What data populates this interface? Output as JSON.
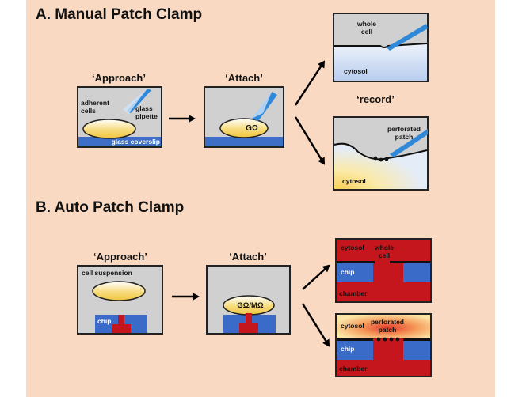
{
  "colors": {
    "background": "#f9d9c1",
    "panel_fill": "#d0d0d0",
    "panel_border": "#222222",
    "coverslip_blue": "#3d6fc6",
    "pipette_blue": "#2f88d8",
    "chip_red": "#c4161c",
    "chip_blue": "#3b6bc9",
    "cell_yellow": "#f6d26a"
  },
  "section_a": {
    "title": "A. Manual Patch Clamp",
    "approach_label": "‘Approach’",
    "attach_label": "‘Attach’",
    "record_label": "‘record’",
    "adherent_cells": "adherent\ncells",
    "glass_pipette": "glass\npipette",
    "glass_coverslip": "glass  coverslip",
    "gigaohm": "GΩ",
    "whole_cell": "whole\ncell",
    "cytosol_top": "cytosol",
    "perforated_patch": "perforated\npatch",
    "cytosol_bottom": "cytosol"
  },
  "section_b": {
    "title": "B. Auto Patch Clamp",
    "approach_label": "‘Approach’",
    "attach_label": "‘Attach’",
    "cell_suspension": "cell suspension",
    "chip_left": "chip",
    "seal_label": "GΩ/MΩ",
    "cytosol_top": "cytosol",
    "whole_cell": "whole\ncell",
    "chip_top": "chip",
    "chamber_top": "chamber",
    "cytosol_bottom": "cytosol",
    "perforated_patch": "perforated\npatch",
    "chip_bottom": "chip",
    "chamber_bottom": "chamber"
  }
}
